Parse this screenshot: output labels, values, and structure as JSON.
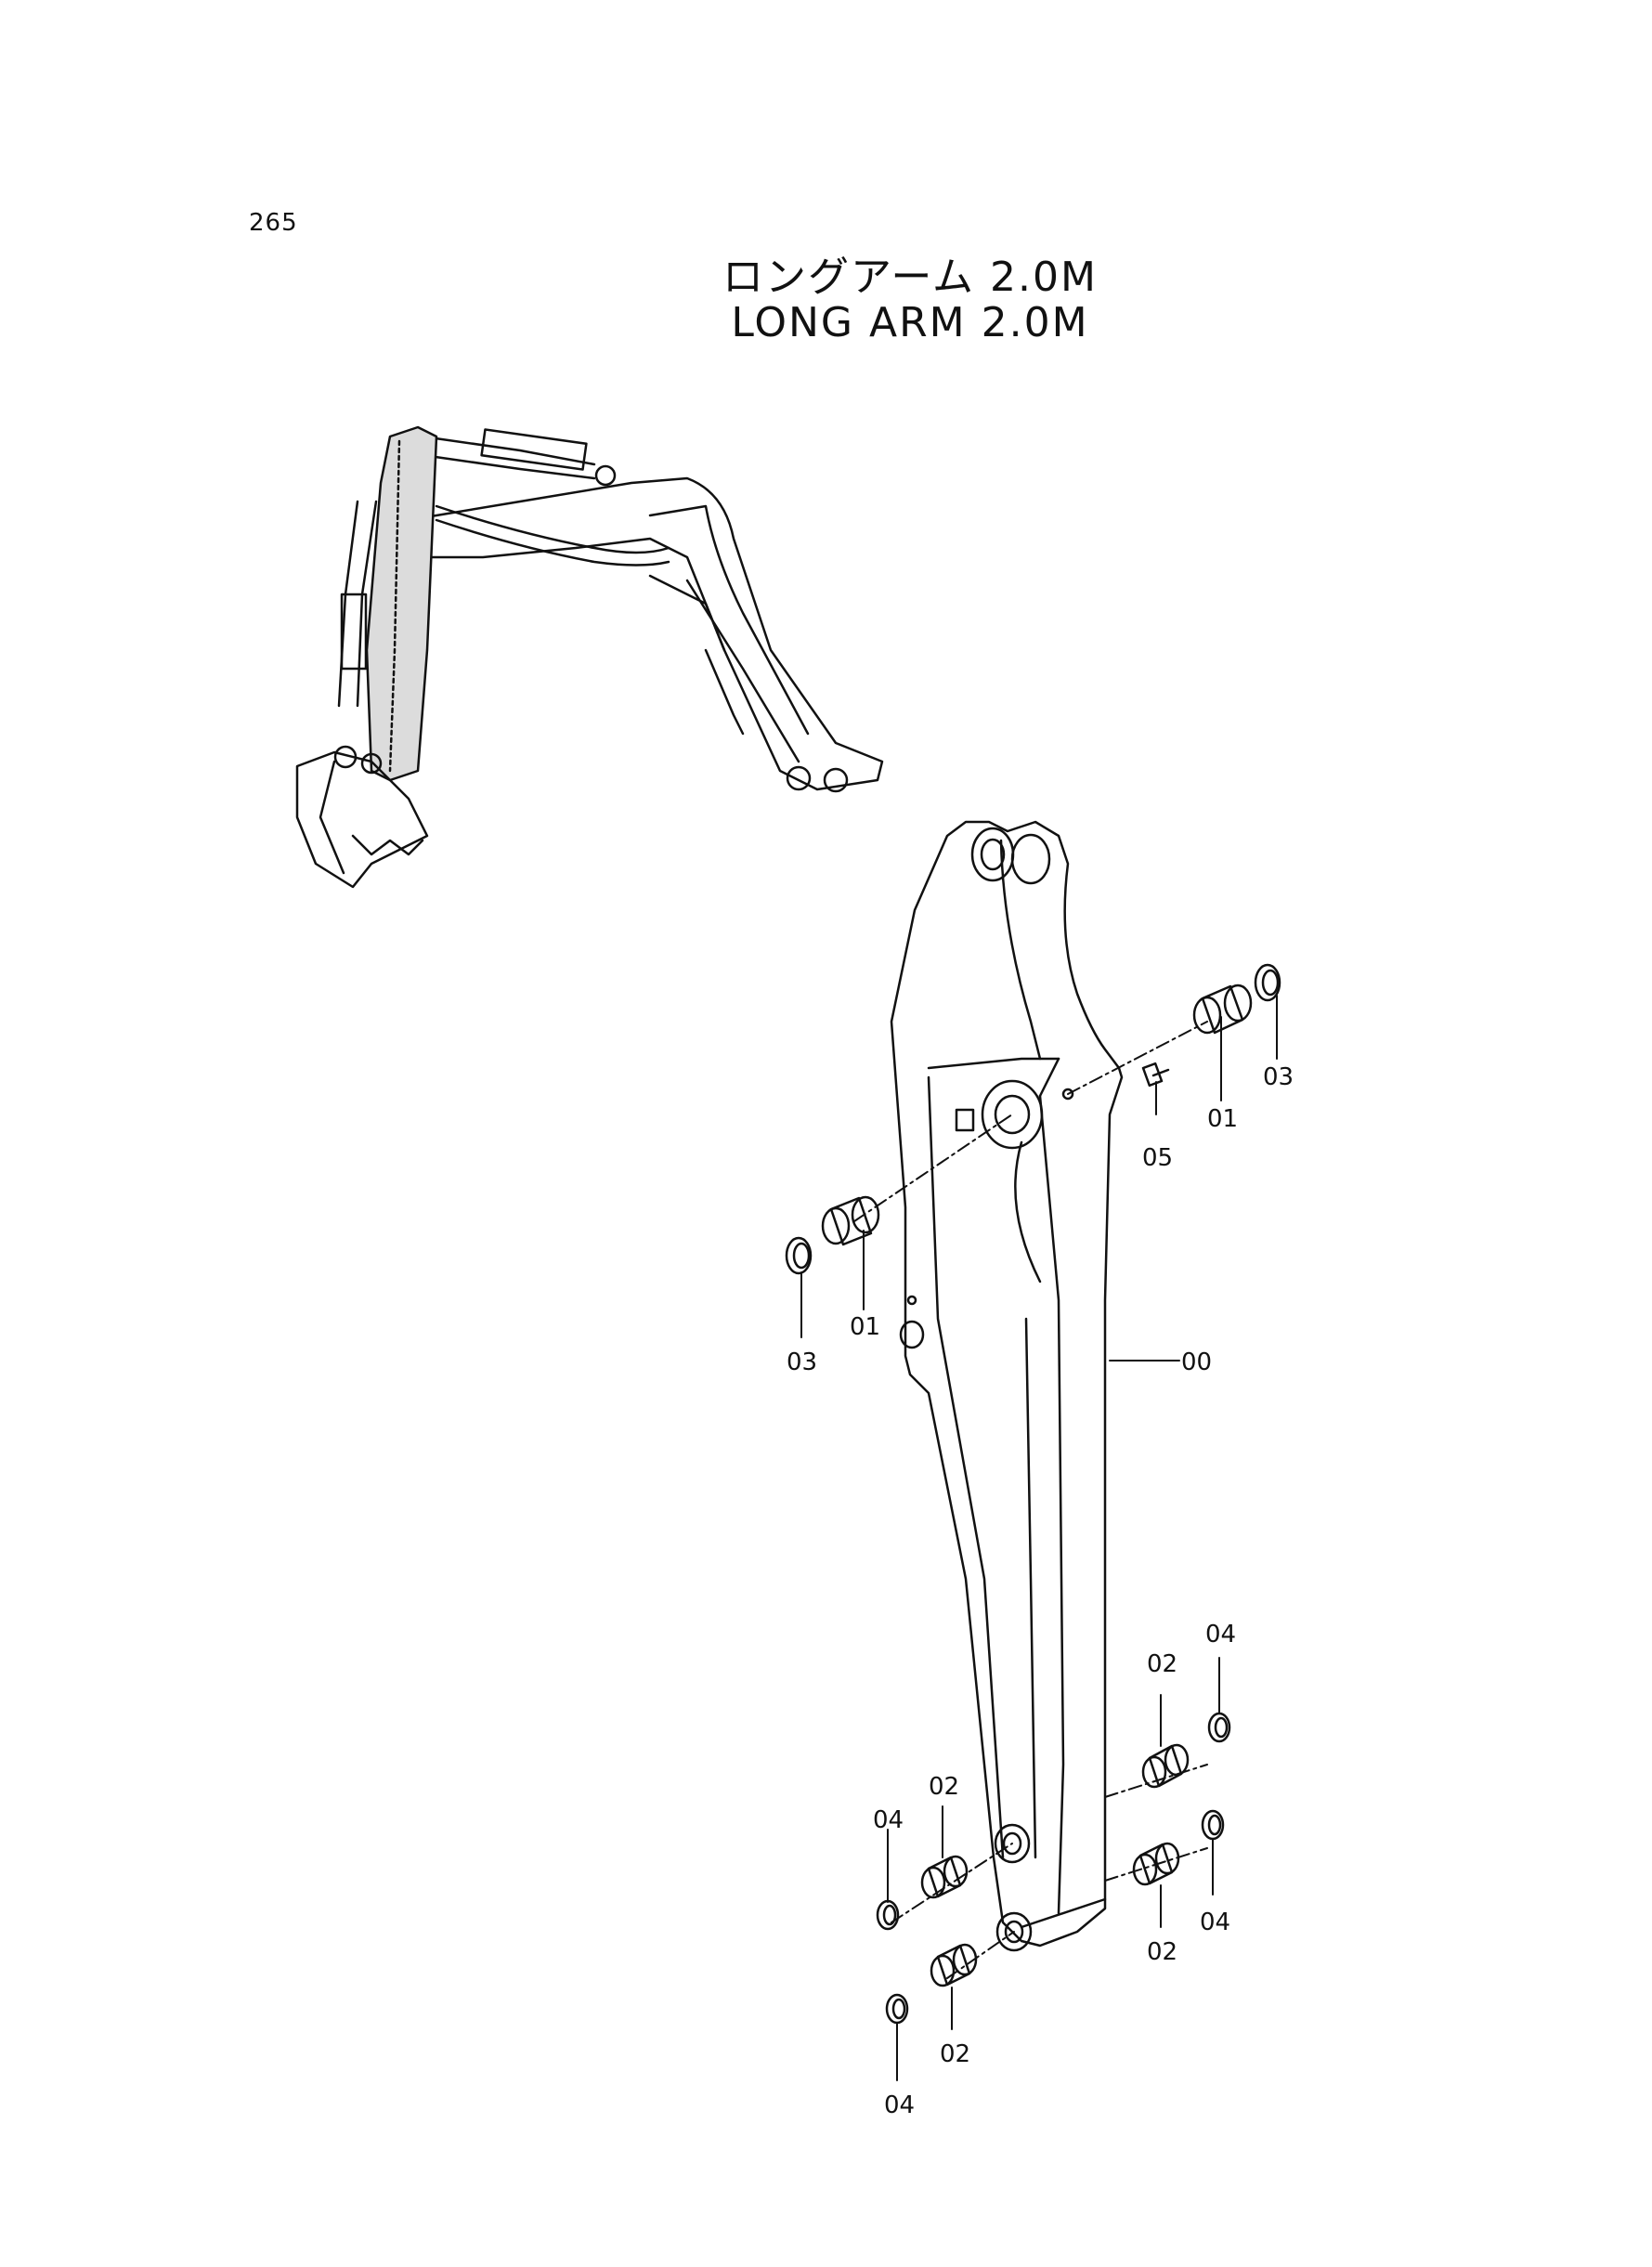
{
  "page_number": "265",
  "title_jp": "ロングアーム  2.0M",
  "title_en": "LONG ARM  2.0M",
  "callouts": {
    "c00": "00",
    "c01a": "01",
    "c01b": "01",
    "c02a": "02",
    "c02b": "02",
    "c02c": "02",
    "c02d": "02",
    "c03a": "03",
    "c03b": "03",
    "c04a": "04",
    "c04b": "04",
    "c04c": "04",
    "c04d": "04",
    "c05": "05"
  }
}
